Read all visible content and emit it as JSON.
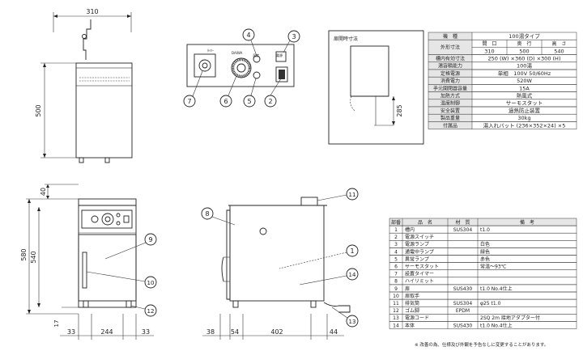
{
  "dims": {
    "width_top": "310",
    "height_side": "500",
    "top_40": "40",
    "h_580": "580",
    "h_540": "540",
    "h_17": "17",
    "w_33a": "33",
    "w_244": "244",
    "w_33b": "33",
    "w_38": "38",
    "w_54": "54",
    "w_402": "402",
    "w_44": "44",
    "door_285": "285"
  },
  "callouts": [
    "1",
    "2",
    "3",
    "4",
    "5",
    "6",
    "7",
    "8",
    "9",
    "10",
    "11",
    "12",
    "13",
    "14"
  ],
  "door_label": "扉開時寸法",
  "panel_text": {
    "left": "ﾀｲﾏｰ",
    "mid": "DAIWA",
    "temp": "温度",
    "switch": "電源"
  },
  "spec_table": {
    "rows": [
      {
        "label": "機　種",
        "value": "100湯タイプ"
      },
      {
        "label": "外形寸法",
        "sub": [
          "間　口",
          "奥　行",
          "高　さ"
        ],
        "vals": [
          "310",
          "500",
          "540"
        ]
      },
      {
        "label": "槽内有効寸法",
        "value": "250 (W) ×360 (D) ×300 (H)"
      },
      {
        "label": "湯容積能力",
        "value": "100湯"
      },
      {
        "label": "定格電源",
        "value": "単相　100V  50/60Hz"
      },
      {
        "label": "消費電力",
        "value": "520W"
      },
      {
        "label": "手元開閉器容量",
        "value": "15A"
      },
      {
        "label": "加熱方式",
        "value": "熱風式"
      },
      {
        "label": "温度制御",
        "value": "サーモスタット"
      },
      {
        "label": "安全装置",
        "value": "過熱防止装置"
      },
      {
        "label": "製品重量",
        "value": "30kg"
      },
      {
        "label": "付属品",
        "value": "湯入れバット (236×352×24) ×5"
      }
    ]
  },
  "parts_table": {
    "headers": [
      "部番",
      "品　名",
      "材　質",
      "備　考"
    ],
    "rows": [
      [
        "1",
        "槽内",
        "SUS304",
        "t1.0"
      ],
      [
        "2",
        "電源スイッチ",
        "",
        ""
      ],
      [
        "3",
        "電源ランプ",
        "",
        "白色"
      ],
      [
        "4",
        "通電中ランプ",
        "",
        "緑色"
      ],
      [
        "5",
        "異常ランプ",
        "",
        "赤色"
      ],
      [
        "6",
        "サーモスタット",
        "",
        "常温～93℃"
      ],
      [
        "7",
        "設置タイマー",
        "",
        ""
      ],
      [
        "8",
        "ハイリミット",
        "",
        ""
      ],
      [
        "9",
        "扉",
        "SUS430",
        "t1.0  No.4仕上"
      ],
      [
        "10",
        "扉取手",
        "",
        ""
      ],
      [
        "11",
        "排気筒",
        "SUS304",
        "φ25  t1.0"
      ],
      [
        "12",
        "ゴム脚",
        "EPDM",
        ""
      ],
      [
        "13",
        "電源コード",
        "",
        "2SQ  2m  接地アダプター付"
      ],
      [
        "14",
        "本体",
        "SUS430",
        "t1.0  No.4仕上"
      ]
    ]
  },
  "note": "※ 改善の為、仕様及び外観を予告なしに変更することがあります。"
}
